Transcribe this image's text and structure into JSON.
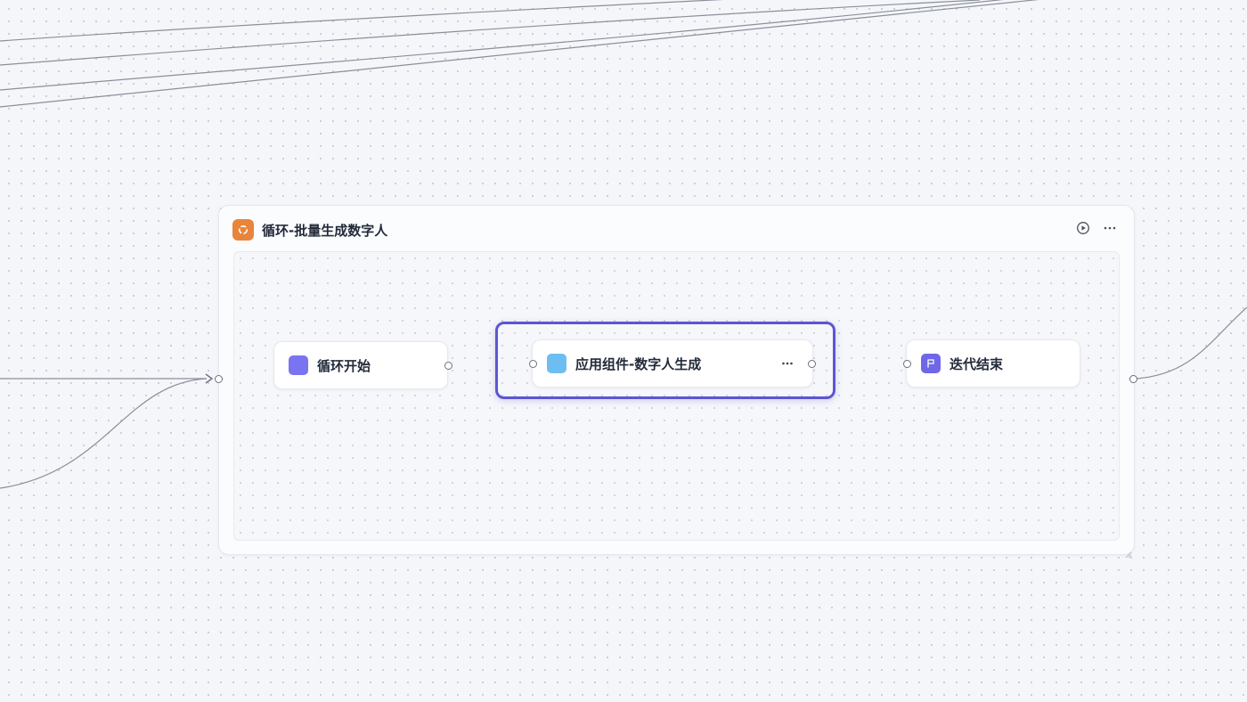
{
  "loop": {
    "title": "循环-批量生成数字人",
    "icon": "loop-icon",
    "accent": "#e8853a",
    "actions": [
      "run-test-icon",
      "more-icon"
    ]
  },
  "nodes": [
    {
      "id": "loop-start",
      "label": "循环开始",
      "icon": "start-icon",
      "color": "#7b74f0"
    },
    {
      "id": "app-component",
      "label": "应用组件-数字人生成",
      "icon": "app-component-icon",
      "color": "#6dbef0",
      "selected": true,
      "more": "more-icon"
    },
    {
      "id": "iteration-end",
      "label": "迭代结束",
      "icon": "flag-icon",
      "color": "#6e68e8"
    }
  ],
  "colors": {
    "canvas": "#f4f6fa",
    "edge": "#8a8f99",
    "selection": "#5d55d6"
  }
}
